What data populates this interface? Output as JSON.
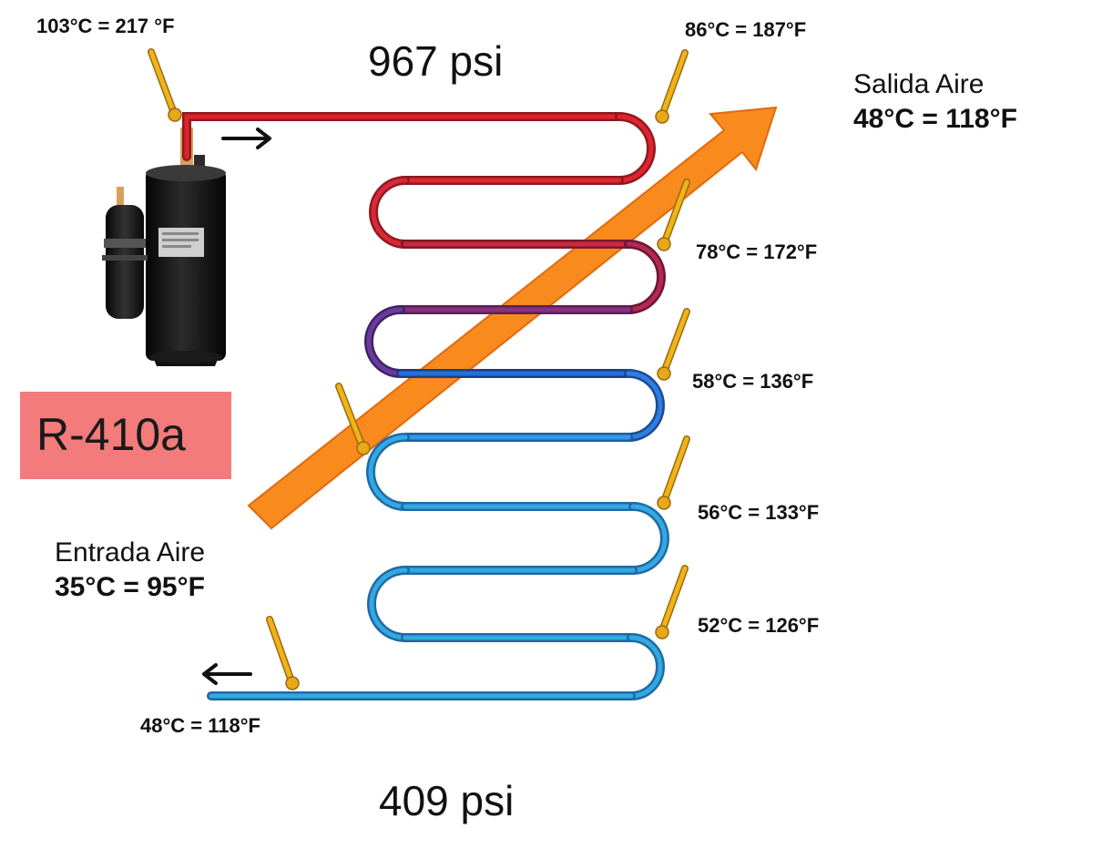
{
  "pressures": {
    "high": "967 psi",
    "low": "409 psi"
  },
  "refrigerant": "R-410a",
  "air": {
    "outlet_label": "Salida Aire",
    "outlet_temp": "48°C = 118°F",
    "inlet_label": "Entrada Aire",
    "inlet_temp": "35°C = 95°F"
  },
  "temperatures": {
    "discharge": "103°C = 217 °F",
    "t1": "86°C = 187°F",
    "t2": "78°C = 172°F",
    "t3": "58°C = 136°F",
    "t4": "56°C = 133°F",
    "t5": "52°C = 126°F",
    "outlet": "48°C = 118°F"
  },
  "colors": {
    "hot_pipe": "#e0242e",
    "warm_pipe": "#b12a52",
    "mid_pipe": "#6a3a9c",
    "cool_pipe": "#2a6ed8",
    "cold_pipe": "#34a8e0",
    "air_arrow": "#f88a1e",
    "thermometer": "#f0b418",
    "badge": "#f37b7b"
  }
}
